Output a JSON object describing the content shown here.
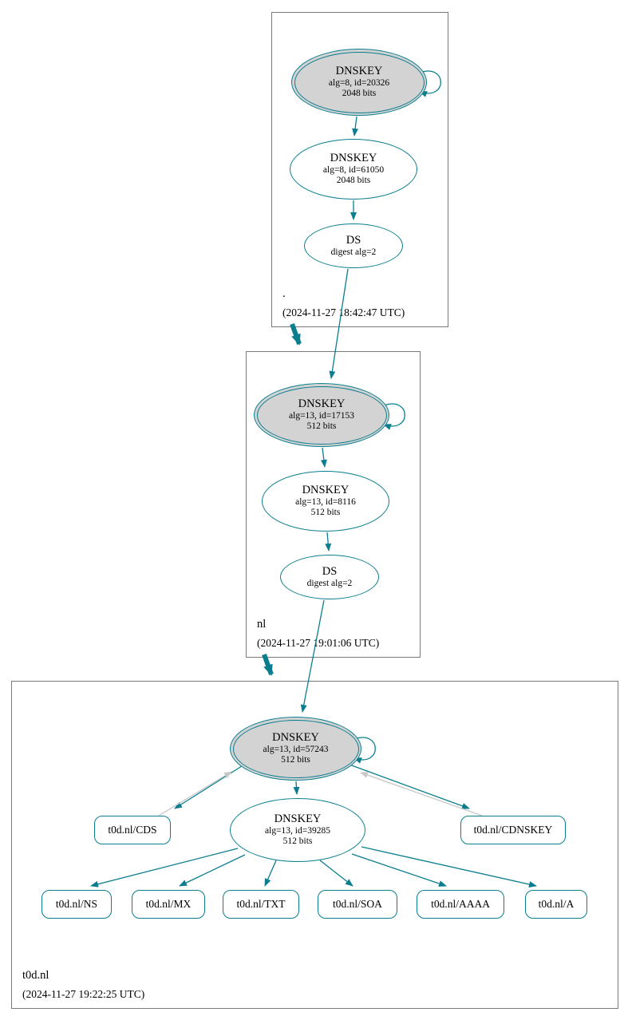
{
  "colors": {
    "secure": "#0a7e8e",
    "ksk_fill": "#d3d3d3",
    "gray_edge": "#c8c8c8",
    "box_border": "#7a7a7a",
    "text": "#000000"
  },
  "zones": [
    {
      "label": ".",
      "timestamp": "(2024-11-27 18:42:47 UTC)",
      "nodes": {
        "ksk": {
          "title": "DNSKEY",
          "line2": "alg=8, id=20326",
          "line3": "2048 bits"
        },
        "zsk": {
          "title": "DNSKEY",
          "line2": "alg=8, id=61050",
          "line3": "2048 bits"
        },
        "ds": {
          "title": "DS",
          "line2": "digest alg=2"
        }
      }
    },
    {
      "label": "nl",
      "timestamp": "(2024-11-27 19:01:06 UTC)",
      "nodes": {
        "ksk": {
          "title": "DNSKEY",
          "line2": "alg=13, id=17153",
          "line3": "512 bits"
        },
        "zsk": {
          "title": "DNSKEY",
          "line2": "alg=13, id=8116",
          "line3": "512 bits"
        },
        "ds": {
          "title": "DS",
          "line2": "digest alg=2"
        }
      }
    },
    {
      "label": "t0d.nl",
      "timestamp": "(2024-11-27 19:22:25 UTC)",
      "nodes": {
        "ksk": {
          "title": "DNSKEY",
          "line2": "alg=13, id=57243",
          "line3": "512 bits"
        },
        "zsk": {
          "title": "DNSKEY",
          "line2": "alg=13, id=39285",
          "line3": "512 bits"
        },
        "cds": {
          "label": "t0d.nl/CDS"
        },
        "cdnskey": {
          "label": "t0d.nl/CDNSKEY"
        },
        "rrsets": [
          "t0d.nl/NS",
          "t0d.nl/MX",
          "t0d.nl/TXT",
          "t0d.nl/SOA",
          "t0d.nl/AAAA",
          "t0d.nl/A"
        ]
      }
    }
  ]
}
